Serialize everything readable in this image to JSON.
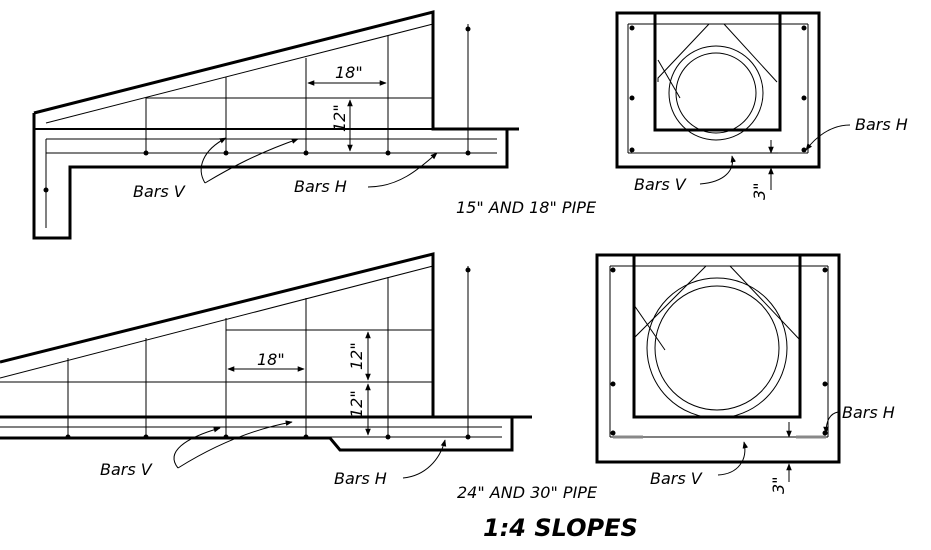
{
  "colors": {
    "line": "#000000",
    "background": "#ffffff",
    "cover_line": "#888888"
  },
  "top_detail": {
    "dim_spacing_h": "18\"",
    "dim_spacing_v": "12\"",
    "label_bars_v": "Bars V",
    "label_bars_h": "Bars H",
    "section_label_bars_v": "Bars V",
    "section_label_bars_h": "Bars H",
    "section_dim_cover": "3\"",
    "caption": "15\" AND 18\" PIPE"
  },
  "bottom_detail": {
    "dim_spacing_h": "18\"",
    "dim_spacing_v_upper": "12\"",
    "dim_spacing_v_lower": "12\"",
    "label_bars_v": "Bars V",
    "label_bars_h": "Bars H",
    "section_label_bars_v": "Bars V",
    "section_label_bars_h": "Bars H",
    "section_dim_cover": "3\"",
    "caption": "24\" AND 30\" PIPE"
  },
  "title": "1:4 SLOPES"
}
